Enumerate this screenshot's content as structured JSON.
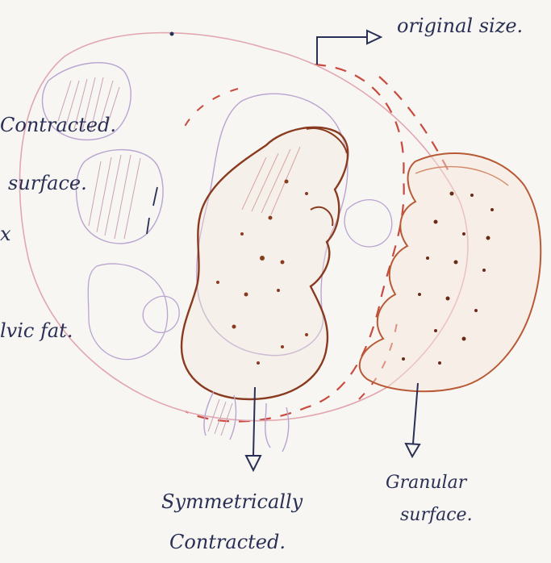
{
  "labels": {
    "original_size": "original size.",
    "contracted_left": "Contracted.",
    "surface_left": "surface.",
    "cut_x": "x",
    "pelvic_fat": "lvic fat.",
    "symmetrically": "Symmetrically",
    "contracted_bottom": "Contracted.",
    "granular": "Granular",
    "surface_right": "surface."
  },
  "colors": {
    "ink": "#2a2f55",
    "brown": "#8a3b1f",
    "red_pencil": "#d06a5c",
    "pink": "#e2a6b0",
    "purple": "#a98bbf",
    "tan": "#d99a7a"
  }
}
